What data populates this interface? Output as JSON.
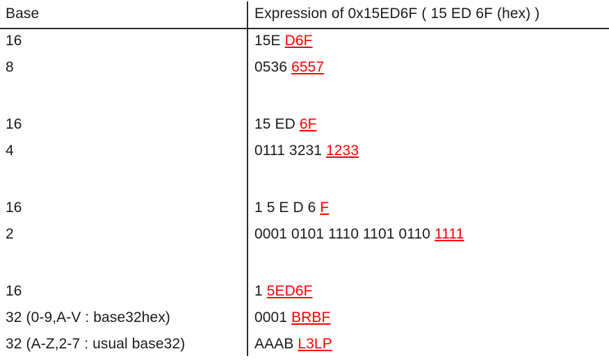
{
  "table": {
    "columns": [
      {
        "key": "base",
        "header": "Base"
      },
      {
        "key": "expression",
        "header": "Expression of 0x15ED6F ( 15 ED 6F (hex) )"
      }
    ],
    "highlight_color": "#ff0000",
    "text_color": "#1a1a1a",
    "rule_color": "#2b2b2b",
    "rows": [
      {
        "type": "data",
        "base": "16",
        "prefix": "15E ",
        "highlight": "D6F"
      },
      {
        "type": "data",
        "base": "8",
        "prefix": "0536 ",
        "highlight": "6557"
      },
      {
        "type": "spacer",
        "base": "",
        "prefix": "",
        "highlight": ""
      },
      {
        "type": "data",
        "base": "16",
        "prefix": "15 ED ",
        "highlight": "6F"
      },
      {
        "type": "data",
        "base": "4",
        "prefix": "0111 3231 ",
        "highlight": "1233"
      },
      {
        "type": "spacer",
        "base": "",
        "prefix": "",
        "highlight": ""
      },
      {
        "type": "data",
        "base": "16",
        "prefix": "1 5 E D 6 ",
        "highlight": "F"
      },
      {
        "type": "data",
        "base": "2",
        "prefix": "0001 0101 1110 1101 0110 ",
        "highlight": "1111"
      },
      {
        "type": "spacer",
        "base": "",
        "prefix": "",
        "highlight": ""
      },
      {
        "type": "data",
        "base": "16",
        "prefix": "1 ",
        "highlight": "5ED6F"
      },
      {
        "type": "data",
        "base": "32 (0-9,A-V : base32hex)",
        "prefix": "0001 ",
        "highlight": "BRBF"
      },
      {
        "type": "data",
        "base": "32 (A-Z,2-7 : usual base32)",
        "prefix": "AAAB ",
        "highlight": "L3LP"
      }
    ]
  }
}
